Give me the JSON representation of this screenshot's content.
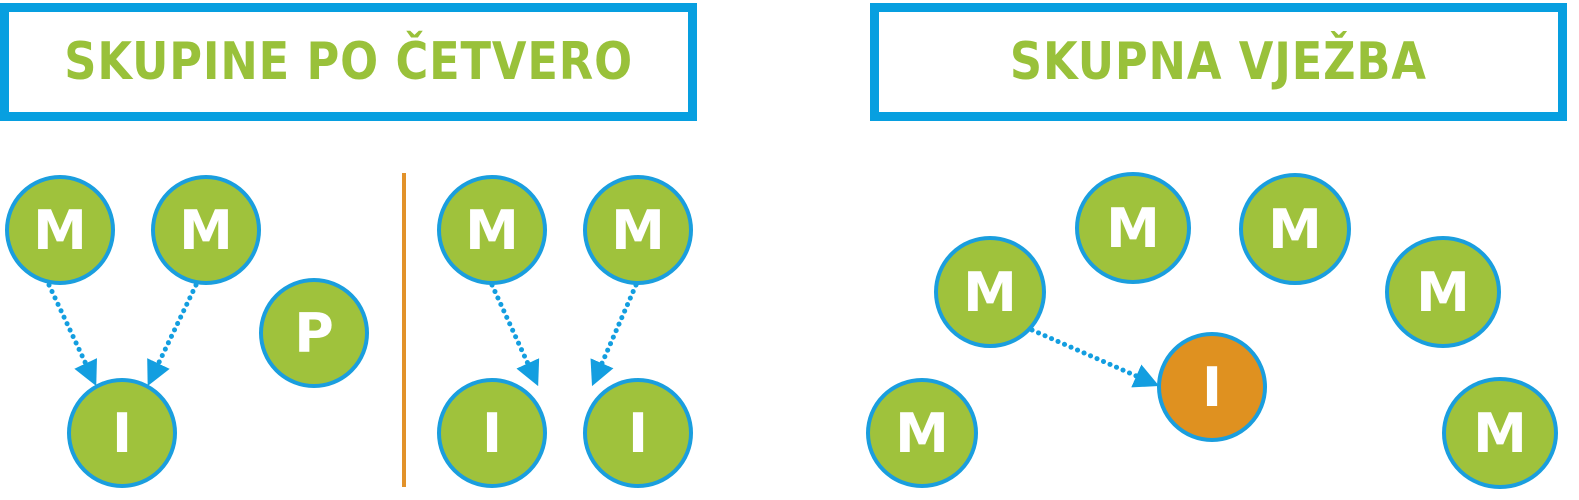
{
  "titles": {
    "left": "SKUPINE PO ČETVERO",
    "right": "SKUPNA VJEŽBA"
  },
  "colors": {
    "frame": "#079fe0",
    "title_text": "#99c13a",
    "node_fill": "#9fc23c",
    "node_fill_highlight": "#df9120",
    "node_stroke": "#1a9ede",
    "node_label": "#ffffff",
    "arrow": "#139ee0",
    "divider": "#e2922a"
  },
  "groups": [
    {
      "name": "group-1",
      "nodes": [
        {
          "id": "g1-m1",
          "label": "M",
          "highlight": false
        },
        {
          "id": "g1-m2",
          "label": "M",
          "highlight": false
        },
        {
          "id": "g1-p",
          "label": "P",
          "highlight": false
        },
        {
          "id": "g1-i",
          "label": "I",
          "highlight": false
        }
      ],
      "arrows": [
        {
          "from": "g1-m1",
          "to": "g1-i"
        },
        {
          "from": "g1-m2",
          "to": "g1-i"
        }
      ]
    },
    {
      "name": "group-2",
      "nodes": [
        {
          "id": "g2-m1",
          "label": "M",
          "highlight": false
        },
        {
          "id": "g2-m2",
          "label": "M",
          "highlight": false
        },
        {
          "id": "g2-i1",
          "label": "I",
          "highlight": false
        },
        {
          "id": "g2-i2",
          "label": "I",
          "highlight": false
        }
      ],
      "arrows": [
        {
          "from": "g2-m1",
          "to": "g2-i1"
        },
        {
          "from": "g2-m2",
          "to": "g2-i2"
        }
      ]
    },
    {
      "name": "group-3",
      "nodes": [
        {
          "id": "g3-m-top1",
          "label": "M",
          "highlight": false
        },
        {
          "id": "g3-m-top2",
          "label": "M",
          "highlight": false
        },
        {
          "id": "g3-m-left",
          "label": "M",
          "highlight": false
        },
        {
          "id": "g3-m-right",
          "label": "M",
          "highlight": false
        },
        {
          "id": "g3-i",
          "label": "I",
          "highlight": true
        },
        {
          "id": "g3-m-bottomleft",
          "label": "M",
          "highlight": false
        },
        {
          "id": "g3-m-bottomright",
          "label": "M",
          "highlight": false
        }
      ],
      "arrows": [
        {
          "from": "g3-m-left",
          "to": "g3-i"
        }
      ]
    }
  ]
}
